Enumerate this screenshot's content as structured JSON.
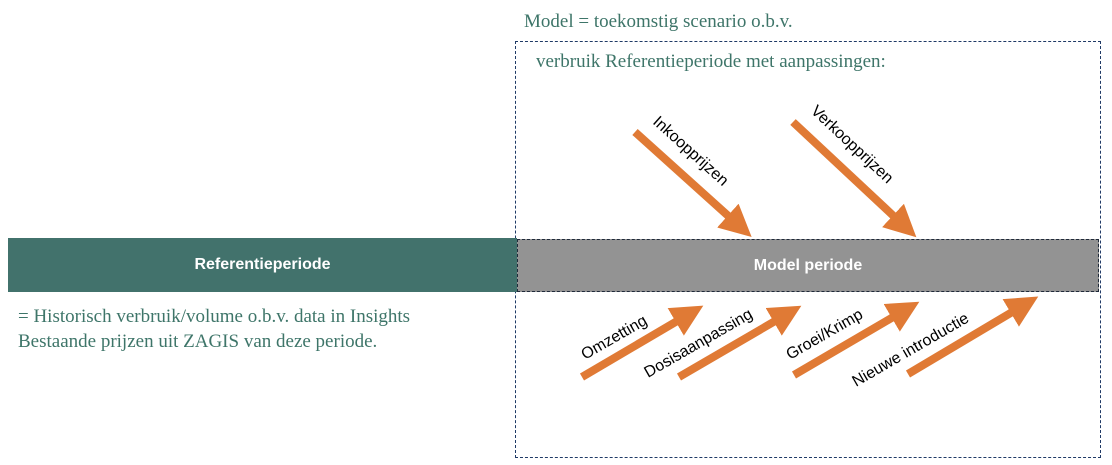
{
  "diagram": {
    "top_caption": "Model = toekomstig scenario o.b.v.",
    "inner_caption": "verbruik Referentieperiode met aanpassingen:",
    "reference_bar_label": "Referentieperiode",
    "model_bar_label": "Model periode",
    "historic_text_line1": "= Historisch verbruik/volume o.b.v. data in Insights",
    "historic_text_line2": "Bestaande prijzen uit ZAGIS van deze periode.",
    "incoming_arrows": [
      {
        "label": "Inkoopprijzen"
      },
      {
        "label": "Verkoopprijzen"
      }
    ],
    "outgoing_arrows": [
      {
        "label": "Omzetting"
      },
      {
        "label": "Dosisaanpassing"
      },
      {
        "label": "Groei/Krimp"
      },
      {
        "label": "Nieuwe introductie"
      }
    ],
    "colors": {
      "reference_bar": "#42726c",
      "model_bar": "#939393",
      "arrow": "#e07a35",
      "caption_text": "#3e7569",
      "frame_border": "#1f3a66"
    }
  }
}
